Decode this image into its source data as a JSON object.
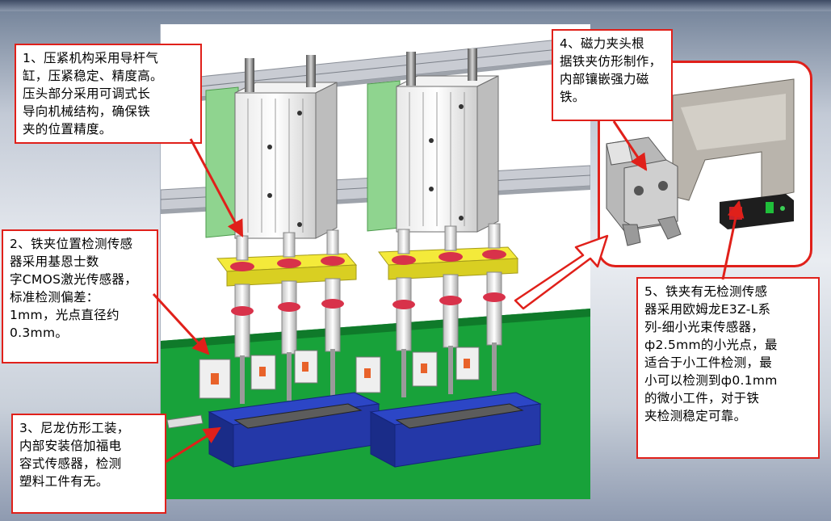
{
  "callouts": [
    {
      "id": "note-1",
      "text": "1、压紧机构采用导杆气\n缸，压紧稳定、精度高。\n压头部分采用可调式长\n导向机械结构，确保铁\n夹的位置精度。"
    },
    {
      "id": "note-2",
      "text": "2、铁夹位置检测传感\n器采用基恩士数\n字CMOS激光传感器，\n标准检测偏差：\n1mm，光点直径约\n0.3mm。"
    },
    {
      "id": "note-3",
      "text": "3、尼龙仿形工装，\n内部安装倍加福电\n容式传感器，检测\n塑料工件有无。"
    },
    {
      "id": "note-4",
      "text": "4、磁力夹头根\n据铁夹仿形制作，\n内部镶嵌强力磁\n铁。"
    },
    {
      "id": "note-5",
      "text": "5、铁夹有无检测传感\n器采用欧姆龙E3Z-L系\n列-细小光束传感器，\nф2.5mm的小光点，最\n适合于小工件检测，最\n小可以检测到ф0.1mm\n 的微小工件，对于铁\n夹检测稳定可靠。"
    }
  ],
  "colors": {
    "callout_border": "#e0201a",
    "arrow": "#e0201a",
    "cylinder_green": "#8fd48f",
    "plate_yellow": "#f4ea3a",
    "ring_red": "#d8324a",
    "base_blue": "#2c46c6",
    "floor_green": "#18a23a"
  }
}
